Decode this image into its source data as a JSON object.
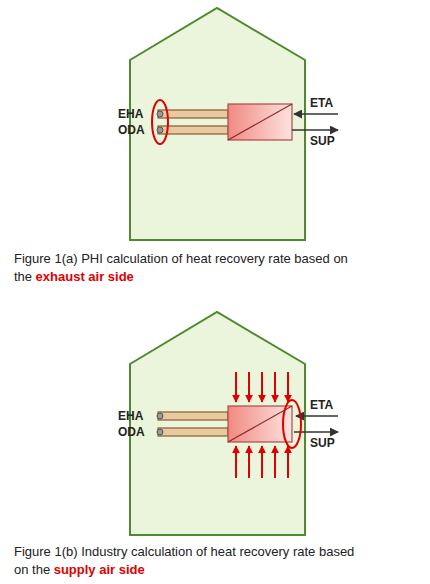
{
  "diagram": {
    "labels": [
      "EHA",
      "ODA",
      "ETA",
      "SUP",
      "Figure 1(a) PHI calculation of heat recovery rate based on the",
      "exhaust air side",
      "EHA",
      "ODA",
      "ETA",
      "SUP",
      "Figure 1(b) Industry calculation of heat recovery rate based on the",
      "supply air side"
    ]
  }
}
